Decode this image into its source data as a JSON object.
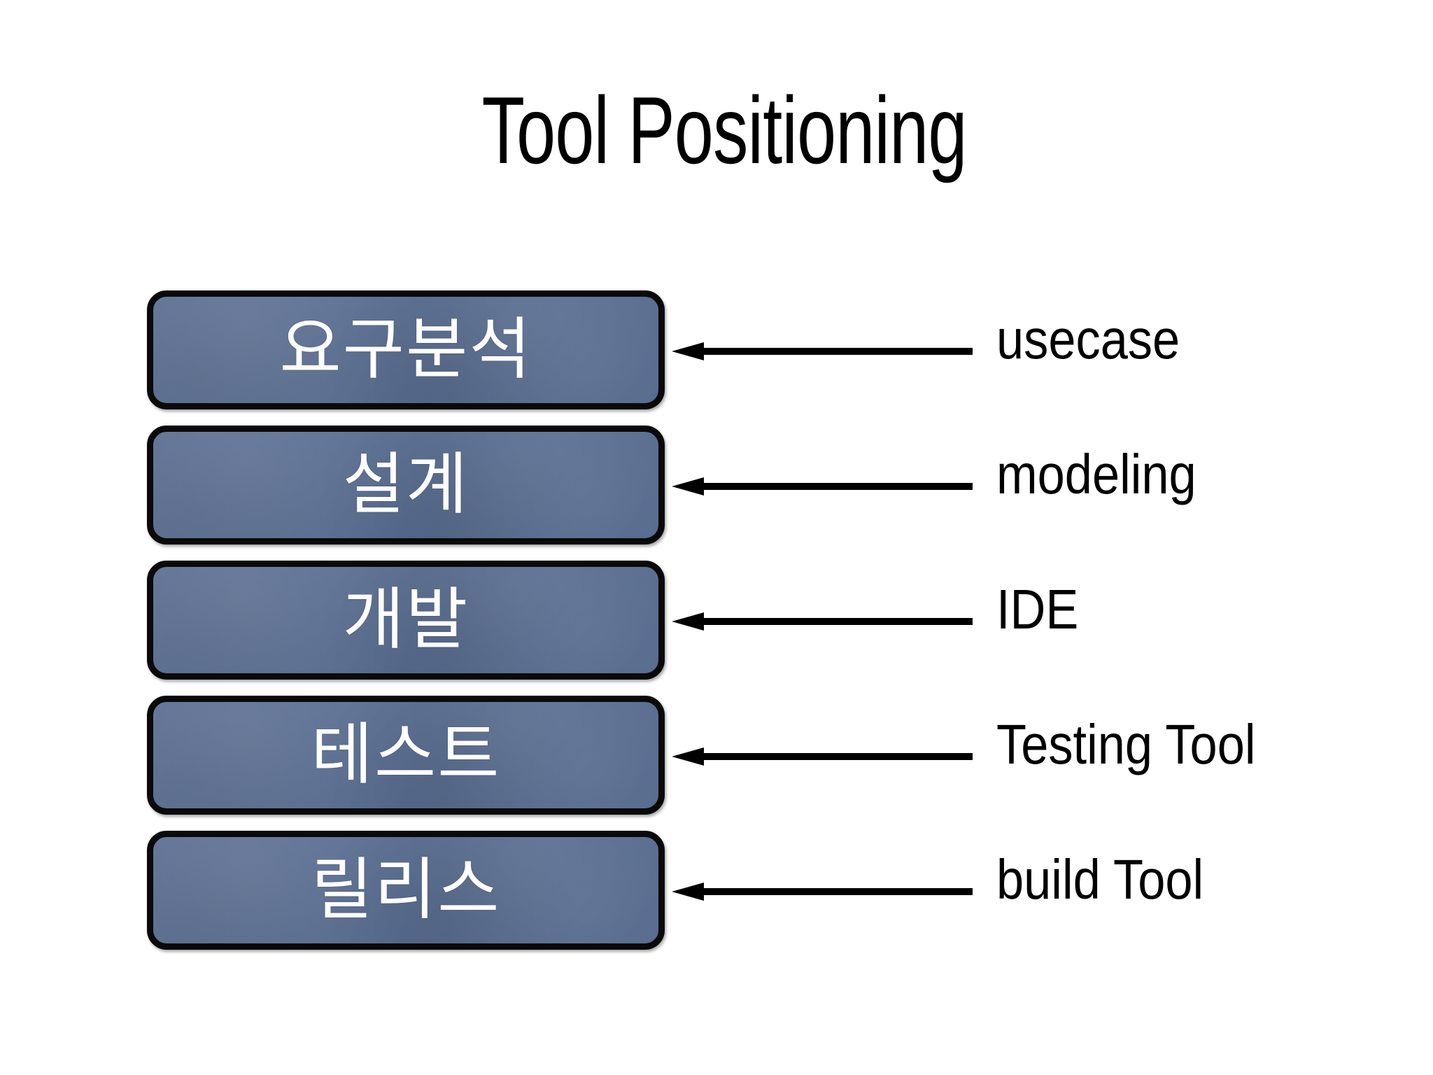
{
  "slide": {
    "title": "Tool Positioning",
    "background_color": "#ffffff",
    "box_fill_color": "#5b6f92",
    "box_border_color": "#0a0a0a",
    "box_text_color": "#ffffff",
    "arrow_color": "#000000",
    "label_text_color": "#000000"
  },
  "stages": [
    {
      "stage": "요구분석",
      "tool": "usecase",
      "arrow_direction": "left"
    },
    {
      "stage": "설계",
      "tool": "modeling",
      "arrow_direction": "left"
    },
    {
      "stage": "개발",
      "tool": "IDE",
      "arrow_direction": "left"
    },
    {
      "stage": "테스트",
      "tool": "Testing Tool",
      "arrow_direction": "left"
    },
    {
      "stage": "릴리스",
      "tool": "build Tool",
      "arrow_direction": "left"
    }
  ]
}
